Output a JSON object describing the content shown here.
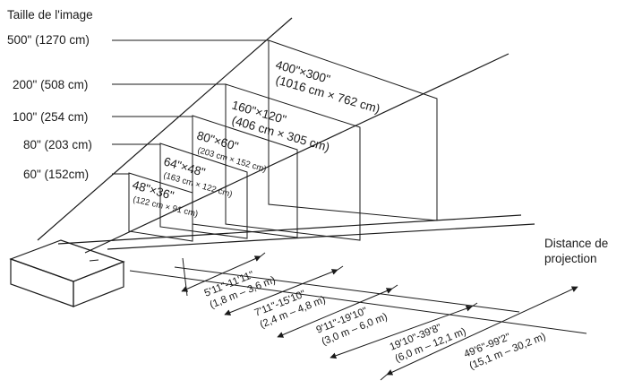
{
  "image_size_title": "Taille de l'image",
  "projection_distance_label": [
    "Distance de",
    "projection"
  ],
  "screens": [
    {
      "size_label": "500\" (1270 cm)",
      "dims": "400\"×300\"",
      "metric": "(1016 cm × 762 cm)",
      "fill": "#8c8c8c"
    },
    {
      "size_label": "200\" (508 cm)",
      "dims": "160\"×120\"",
      "metric": "(406 cm × 305 cm)",
      "fill": "#a5a5a5"
    },
    {
      "size_label": "100\" (254 cm)",
      "dims": "80\"×60\"",
      "metric": "(203 cm × 152 cm)",
      "fill": "#bdbdbd"
    },
    {
      "size_label": "80\" (203 cm)",
      "dims": "64\"×48\"",
      "metric": "(163 cm × 122 cm)",
      "fill": "#d3d3d3"
    },
    {
      "size_label": "60\" (152cm)",
      "dims": "48\"×36\"",
      "metric": "(122 cm × 91 cm)",
      "fill": "#e6e6e6"
    }
  ],
  "distances": [
    {
      "imperial": "5'11\"-11'11\"",
      "metric": "(1,8 m – 3,6 m)"
    },
    {
      "imperial": "7'11\"-15'10\"",
      "metric": "(2,4 m – 4,8 m)"
    },
    {
      "imperial": "9'11\"-19'10\"",
      "metric": "(3,0 m – 6,0 m)"
    },
    {
      "imperial": "19'10\"-39'8\"",
      "metric": "(6,0 m – 12,1 m)"
    },
    {
      "imperial": "49'6\"-99'2\"",
      "metric": "(15,1 m – 30,2 m)"
    }
  ]
}
